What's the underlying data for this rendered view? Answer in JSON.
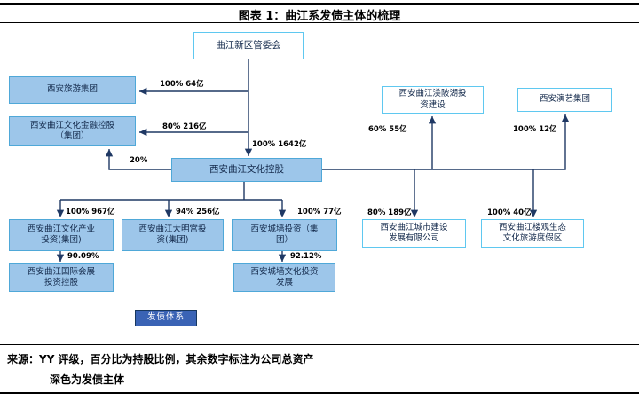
{
  "header": {
    "title": "图表 1：曲江系发债主体的梳理"
  },
  "diagram": {
    "nodes": {
      "gov": {
        "label": "曲江新区管委会"
      },
      "tourism": {
        "label": "西安旅游集团"
      },
      "finance": {
        "label": "西安曲江文化金融控股\n（集团）"
      },
      "holding": {
        "label": "西安曲江文化控股"
      },
      "industry": {
        "label": "西安曲江文化产业\n投资(集团)"
      },
      "convention": {
        "label": "西安曲江国际会展\n投资控股"
      },
      "daming": {
        "label": "西安曲江大明宫投\n资(集团)"
      },
      "citywall": {
        "label": "西安城墙投资（集\n团）"
      },
      "citywall_culture": {
        "label": "西安城墙文化投资\n发展"
      },
      "meibei": {
        "label": "西安曲江渼陂湖投\n资建设"
      },
      "arts": {
        "label": "西安演艺集团"
      },
      "citycon": {
        "label": "西安曲江城市建设\n发展有限公司"
      },
      "louguan": {
        "label": "西安曲江楼观生态\n文化旅游度假区"
      }
    },
    "edge_labels": {
      "tourism": "100% 64亿",
      "finance": "80% 216亿",
      "holding": "100% 1642亿",
      "finance_back": "20%",
      "industry": "100% 967亿",
      "daming": "94% 256亿",
      "citywall": "100% 77亿",
      "convention": "90.09%",
      "citywall_culture": "92.12%",
      "meibei": "60% 55亿",
      "arts": "100% 12亿",
      "citycon": "80% 189亿",
      "louguan": "100% 40亿"
    },
    "legend": {
      "label": "发债体系"
    },
    "colors": {
      "issuer_fill": "#9DC6EA",
      "issuer_border": "#4FA8D8",
      "plain_border": "#5FC8F0",
      "legend_fill": "#3A63B5",
      "connector": "#1F3864"
    }
  },
  "footer": {
    "line1": "来源：YY 评级，百分比为持股比例，其余数字标注为公司总资产",
    "line2": "深色为发债主体"
  }
}
